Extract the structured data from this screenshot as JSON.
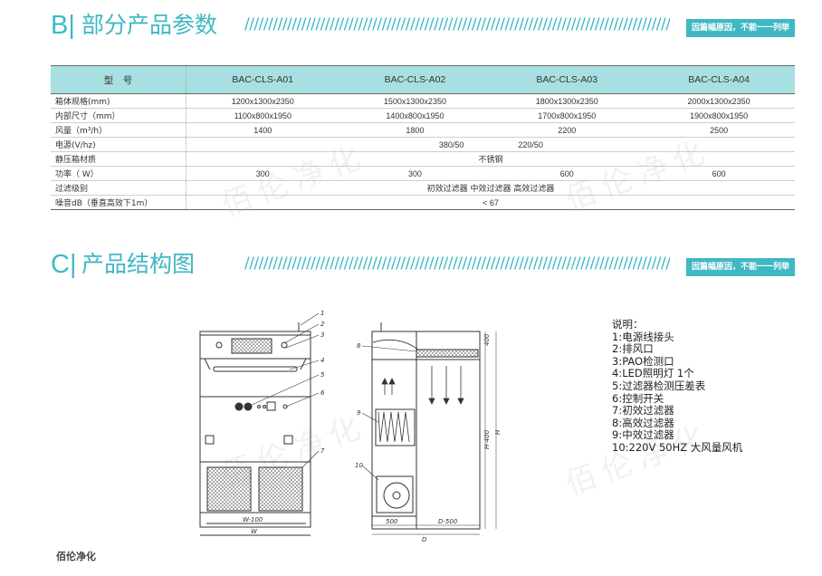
{
  "sections": {
    "b": {
      "letter": "B|",
      "title": "部分产品参数",
      "badge": "因篇幅原因，不能一一列举"
    },
    "c": {
      "letter": "C|",
      "title": "产品结构图",
      "badge": "因篇幅原因，不能一一列举"
    }
  },
  "spec_table": {
    "header": {
      "label": "型　号",
      "models": [
        "BAC-CLS-A01",
        "BAC-CLS-A02",
        "BAC-CLS-A03",
        "BAC-CLS-A04"
      ]
    },
    "rows": [
      {
        "label": "箱体规格(mm)",
        "cells": [
          "1200x1300x2350",
          "1500x1300x2350",
          "1800x1300x2350",
          "2000x1300x2350"
        ]
      },
      {
        "label": "内部尺寸（mm）",
        "cells": [
          "1100x800x1950",
          "1400x800x1950",
          "1700x800x1950",
          "1900x800x1950"
        ]
      },
      {
        "label": "风量（m³/h）",
        "cells": [
          "1400",
          "1800",
          "2200",
          "2500"
        ]
      },
      {
        "label": "电源(V/hz)",
        "merged_a": "380/50",
        "merged_b": "220/50"
      },
      {
        "label": "静压箱材质",
        "merged": "不锈钢"
      },
      {
        "label": "功率（  W）",
        "cells": [
          "300",
          "300",
          "600",
          "600"
        ]
      },
      {
        "label": "过滤级别",
        "merged": "初效过滤器  中效过滤器  高效过滤器"
      },
      {
        "label": "噪音dB（垂直高效下1m）",
        "merged": "< 67"
      }
    ]
  },
  "legend": {
    "title": "说明：",
    "items": [
      "1:电源线接头",
      "2:排风口",
      "3:PAO检测口",
      "4:LED照明灯 1个",
      "5:过滤器检测压差表",
      "6:控制开关",
      "7:初效过滤器",
      "8:高效过滤器",
      "9:中效过滤器",
      "10:220V 50HZ 大风量风机"
    ]
  },
  "drawing": {
    "front_callouts": [
      "1",
      "2",
      "3",
      "4",
      "5",
      "6",
      "7"
    ],
    "front_dims": {
      "inner": "W-100",
      "outer": "W"
    },
    "side_callouts": [
      "8",
      "9",
      "10"
    ],
    "side_dims": {
      "top": "400",
      "height": "H-400",
      "total": "H",
      "left": "500",
      "right": "D-500",
      "depth": "D"
    }
  },
  "watermark": "佰伦净化",
  "footer": "佰伦净化",
  "colors": {
    "accent": "#3fb8c4",
    "table_header": "#a8dfe1"
  }
}
